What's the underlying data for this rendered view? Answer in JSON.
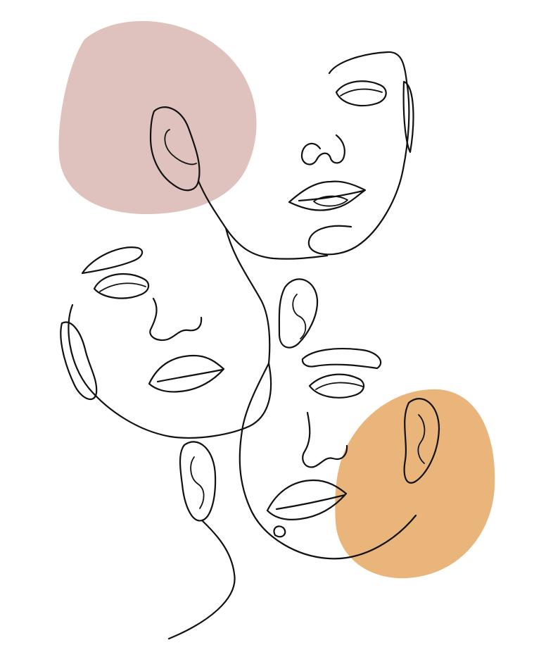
{
  "artwork": {
    "colors": {
      "background": "#ffffff",
      "line": "#111111",
      "blob_pink": "#dfc2bd",
      "blob_orange": "#eab57b"
    },
    "elements": {
      "faces": [
        "upper-face",
        "middle-face",
        "lower-face"
      ],
      "shapes": [
        "pink-blob",
        "orange-blob"
      ],
      "style": "continuous single line drawing"
    }
  }
}
